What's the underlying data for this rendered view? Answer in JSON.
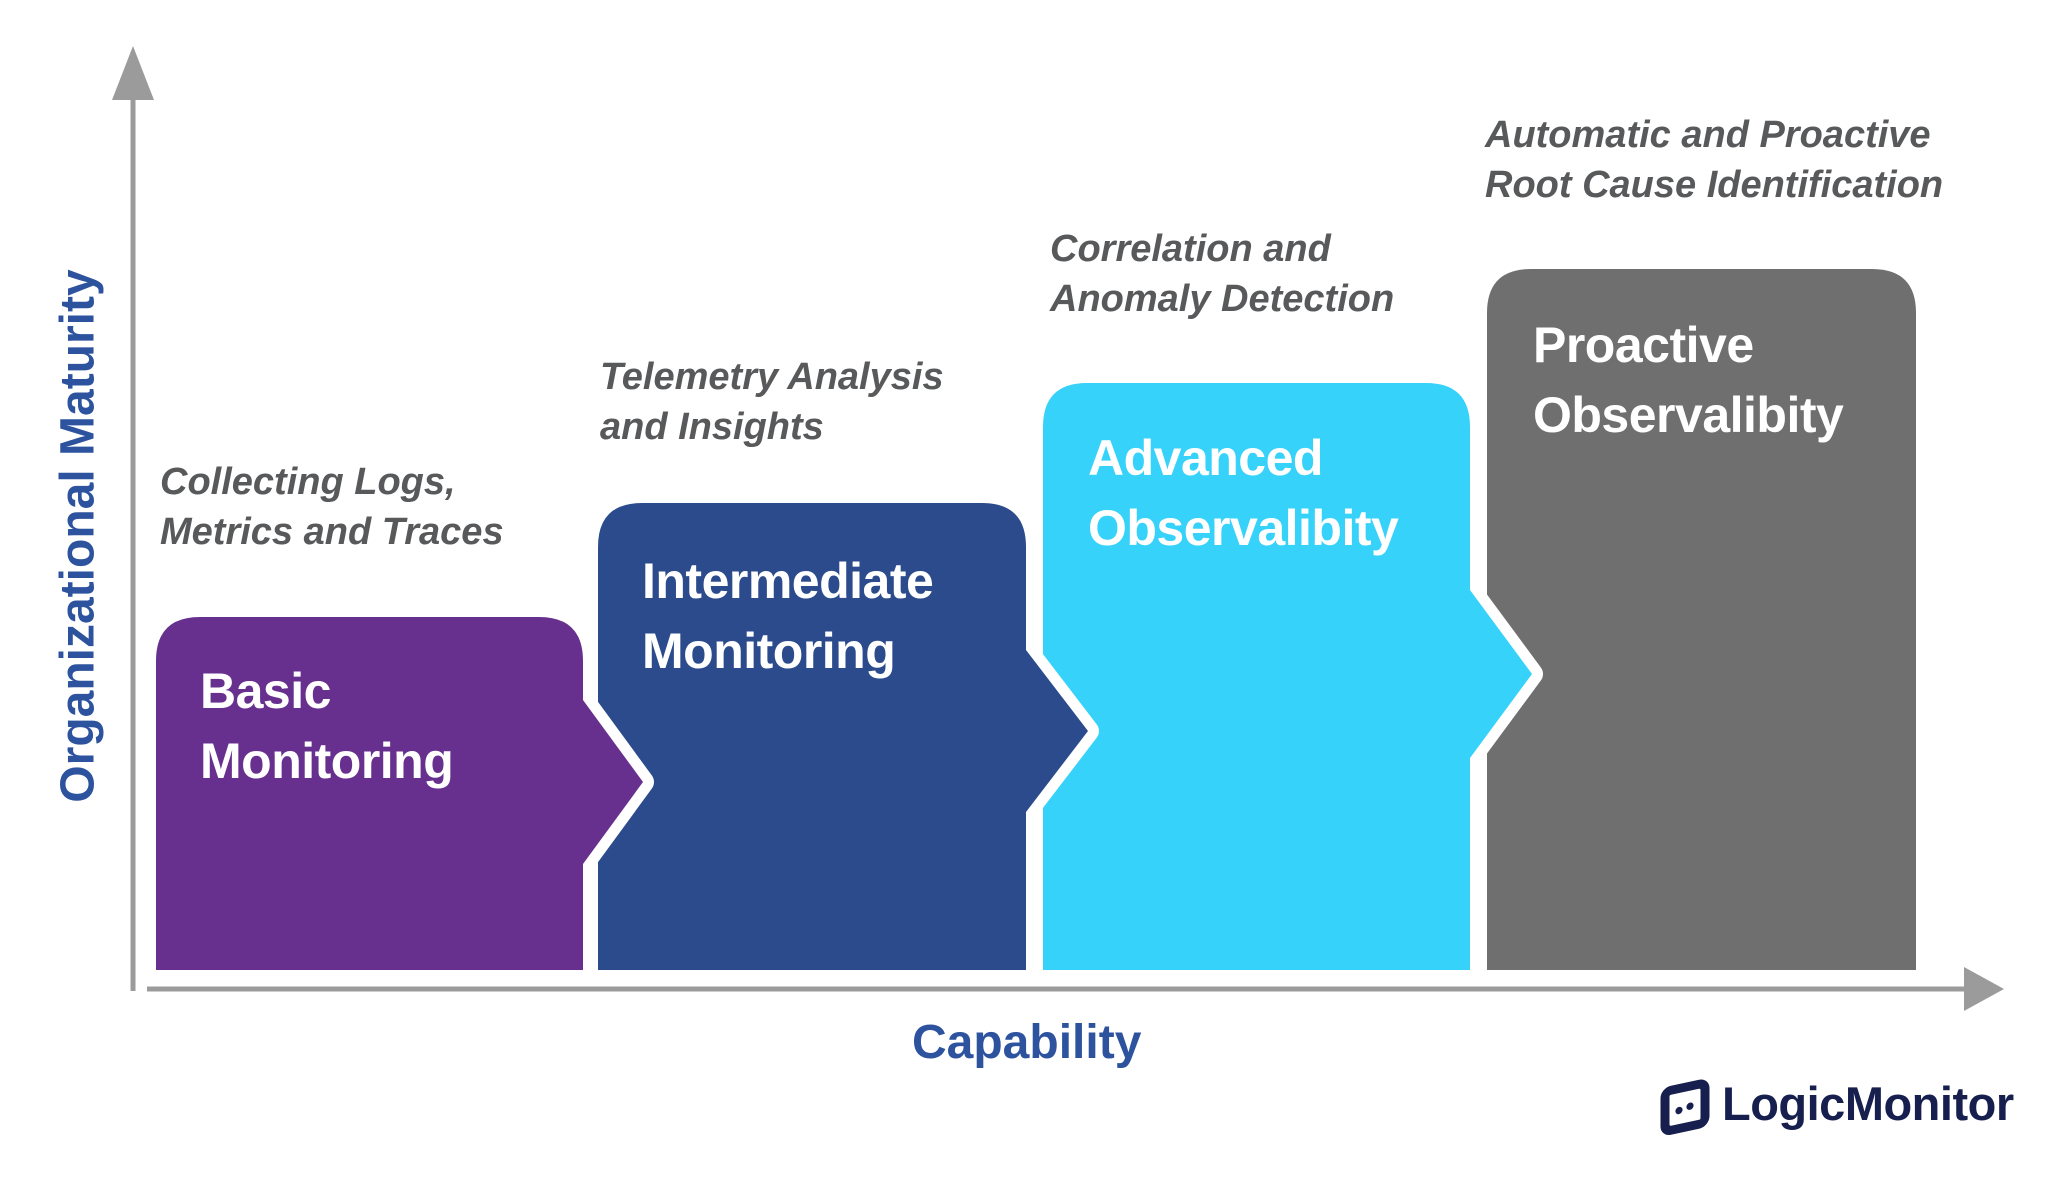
{
  "diagram": {
    "y_axis_label": "Organizational Maturity",
    "x_axis_label": "Capability",
    "axis_label_color": "#2d539e",
    "axis_color": "#9b9b9b",
    "annotation_color": "#58595b",
    "stage_title_color": "#ffffff",
    "stages": [
      {
        "title_line1": "Basic",
        "title_line2": "Monitoring",
        "annotation_line1": "Collecting Logs,",
        "annotation_line2": "Metrics and Traces",
        "color": "#67308f"
      },
      {
        "title_line1": "Intermediate",
        "title_line2": "Monitoring",
        "annotation_line1": "Telemetry Analysis",
        "annotation_line2": "and Insights",
        "color": "#2b4b8c"
      },
      {
        "title_line1": "Advanced",
        "title_line2": "Observalibity",
        "annotation_line1": "Correlation and",
        "annotation_line2": "Anomaly Detection",
        "color": "#36d2fa"
      },
      {
        "title_line1": "Proactive",
        "title_line2": "Observalibity",
        "annotation_line1": "Automatic and Proactive",
        "annotation_line2": "Root Cause Identification",
        "color": "#6f6f6f"
      }
    ],
    "logo_text": "LogicMonitor",
    "logo_color": "#171f4e"
  }
}
